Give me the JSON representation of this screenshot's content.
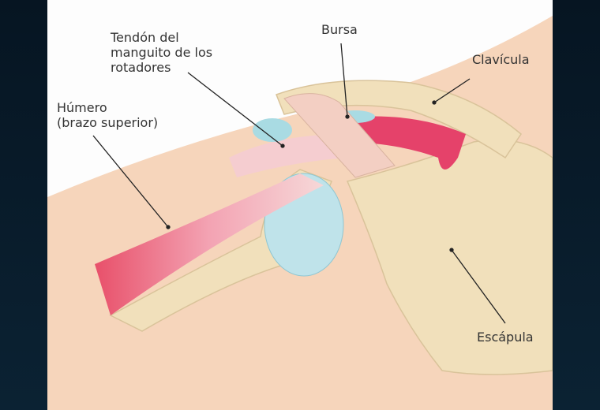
{
  "labels": {
    "rotator_cuff": [
      "Tendón del",
      "manguito de los",
      "rotadores"
    ],
    "bursa": "Bursa",
    "clavicle": "Clavícula",
    "humerus": [
      "Húmero",
      "(brazo superior)"
    ],
    "scapula": "Escápula"
  },
  "colors": {
    "background": "#08182a",
    "skin": "#f6d5bb",
    "bone": "#f1e0bb",
    "tendon": "#f4c9c9",
    "muscle": "#e8506a",
    "bursa": "#a9dbe3"
  }
}
